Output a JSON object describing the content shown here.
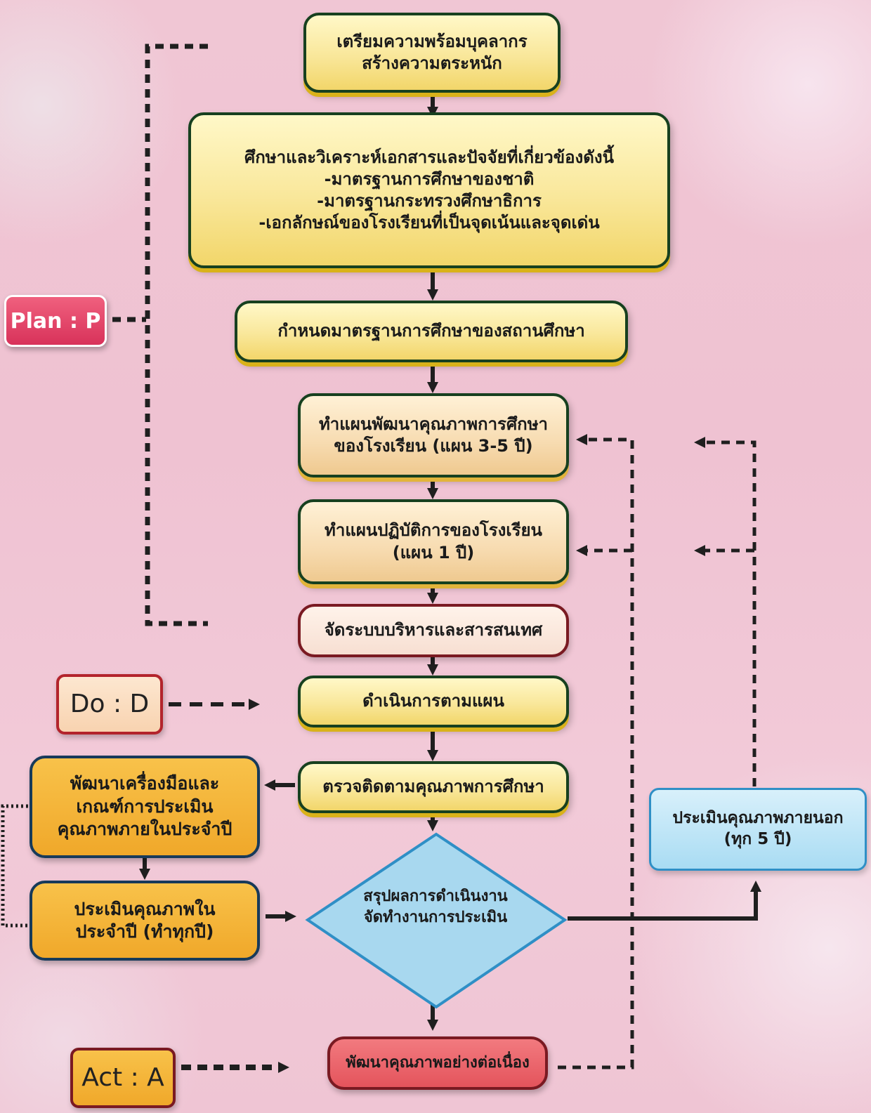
{
  "steps": {
    "prepare": "เตรียมความพร้อมบุคลากร\nสร้างความตระหนัก",
    "analyze": "ศึกษาและวิเคราะห์เอกสารและปัจจัยที่เกี่ยวข้องดังนี้\n-มาตรฐานการศึกษาของชาติ\n-มาตรฐานกระทรวงศึกษาธิการ\n-เอกลักษณ์ของโรงเรียนที่เป็นจุดเน้นและจุดเด่น",
    "set_standard": "กำหนดมาตรฐานการศึกษาของสถานศึกษา",
    "dev_plan": "ทำแผนพัฒนาคุณภาพการศึกษา\nของโรงเรียน (แผน 3-5 ปี)",
    "action_plan": "ทำแผนปฏิบัติการของโรงเรียน\n(แผน 1 ปี)",
    "management": "จัดระบบบริหารและสารสนเทศ",
    "implement": "ดำเนินการตามแผน",
    "monitor": "ตรวจติดตามคุณภาพการศึกษา",
    "summary": "สรุปผลการดำเนินงาน\nจัดทำงานการประเมิน",
    "improve": "พัฒนาคุณภาพอย่างต่อเนื่อง",
    "tools": "พัฒนาเครื่องมือและ\nเกณฑ์การประเมิน\nคุณภาพภายในประจำปี",
    "internal_eval": "ประเมินคุณภาพใน\nประจำปี (ทำทุกปี)",
    "external_eval": "ประเมินคุณภาพภายนอก\n(ทุก 5 ปี)"
  },
  "pdca": {
    "plan": "Plan : P",
    "do": "Do : D",
    "act": "Act : A"
  },
  "colors": {
    "dark_green_border": "#17401f",
    "yellow_fill": "#f9e79a",
    "blue_fill": "#a9dcf3",
    "orange_fill": "#f0a82a",
    "red_fill": "#e4545c",
    "pink_background": "#f0c6d4"
  }
}
